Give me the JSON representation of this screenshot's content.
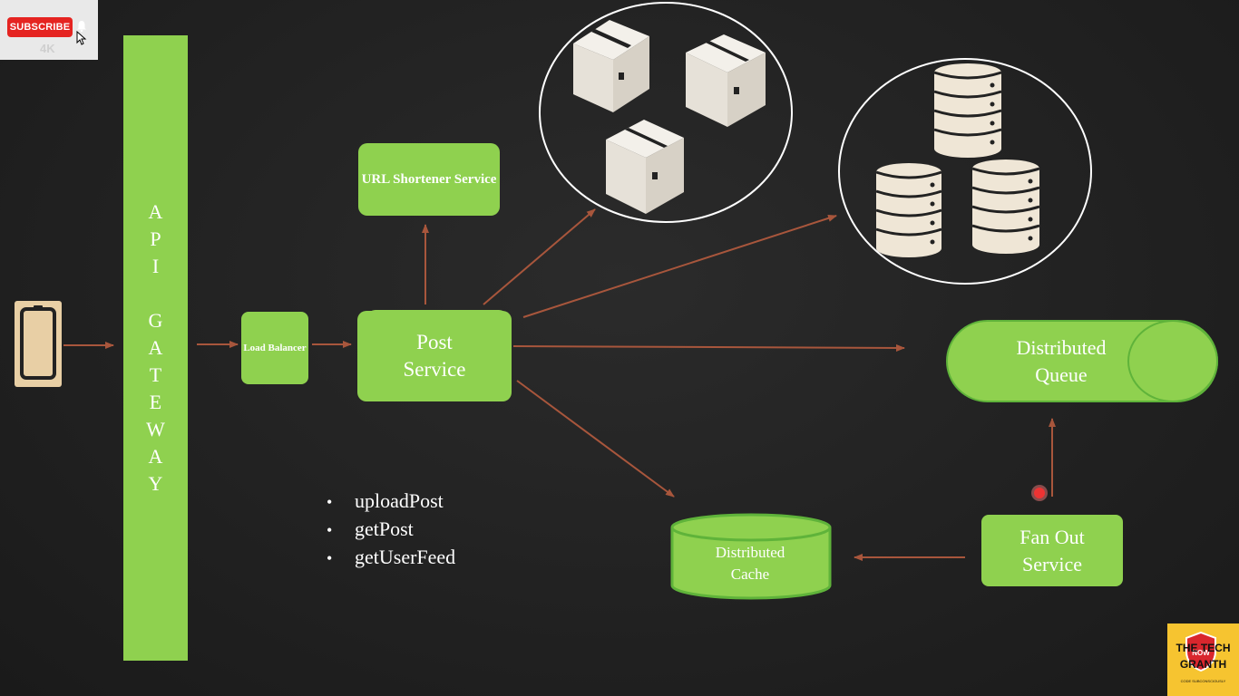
{
  "overlay": {
    "subscribe_label": "SUBSCRIBE",
    "quality_label": "4K"
  },
  "diagram": {
    "api_gateway_letters": [
      "A",
      "P",
      "I",
      "",
      "G",
      "A",
      "T",
      "E",
      "W",
      "A",
      "Y"
    ],
    "load_balancer_label": "Load Balancer",
    "url_shortener_label": "URL Shortener Service",
    "post_service_label": "Post Service",
    "distributed_queue_label": "Distributed Queue",
    "distributed_cache_label": "Distributed Cache",
    "fan_out_label": "Fan Out Service",
    "api_methods": [
      "uploadPost",
      "getPost",
      "getUserFeed"
    ],
    "node_icons": {
      "client": "smartphone-icon",
      "object_storage": "box-icon",
      "database": "database-icon"
    }
  },
  "branding": {
    "logo_text": "THE TECH GRANTH",
    "badge_text": "NOW",
    "tagline": "CODE SUBCONSCIOUSLY"
  },
  "colors": {
    "node_fill": "#8fd14f",
    "arrow": "#a8563c",
    "background": "#232323",
    "logo_bg": "#f6c430"
  }
}
